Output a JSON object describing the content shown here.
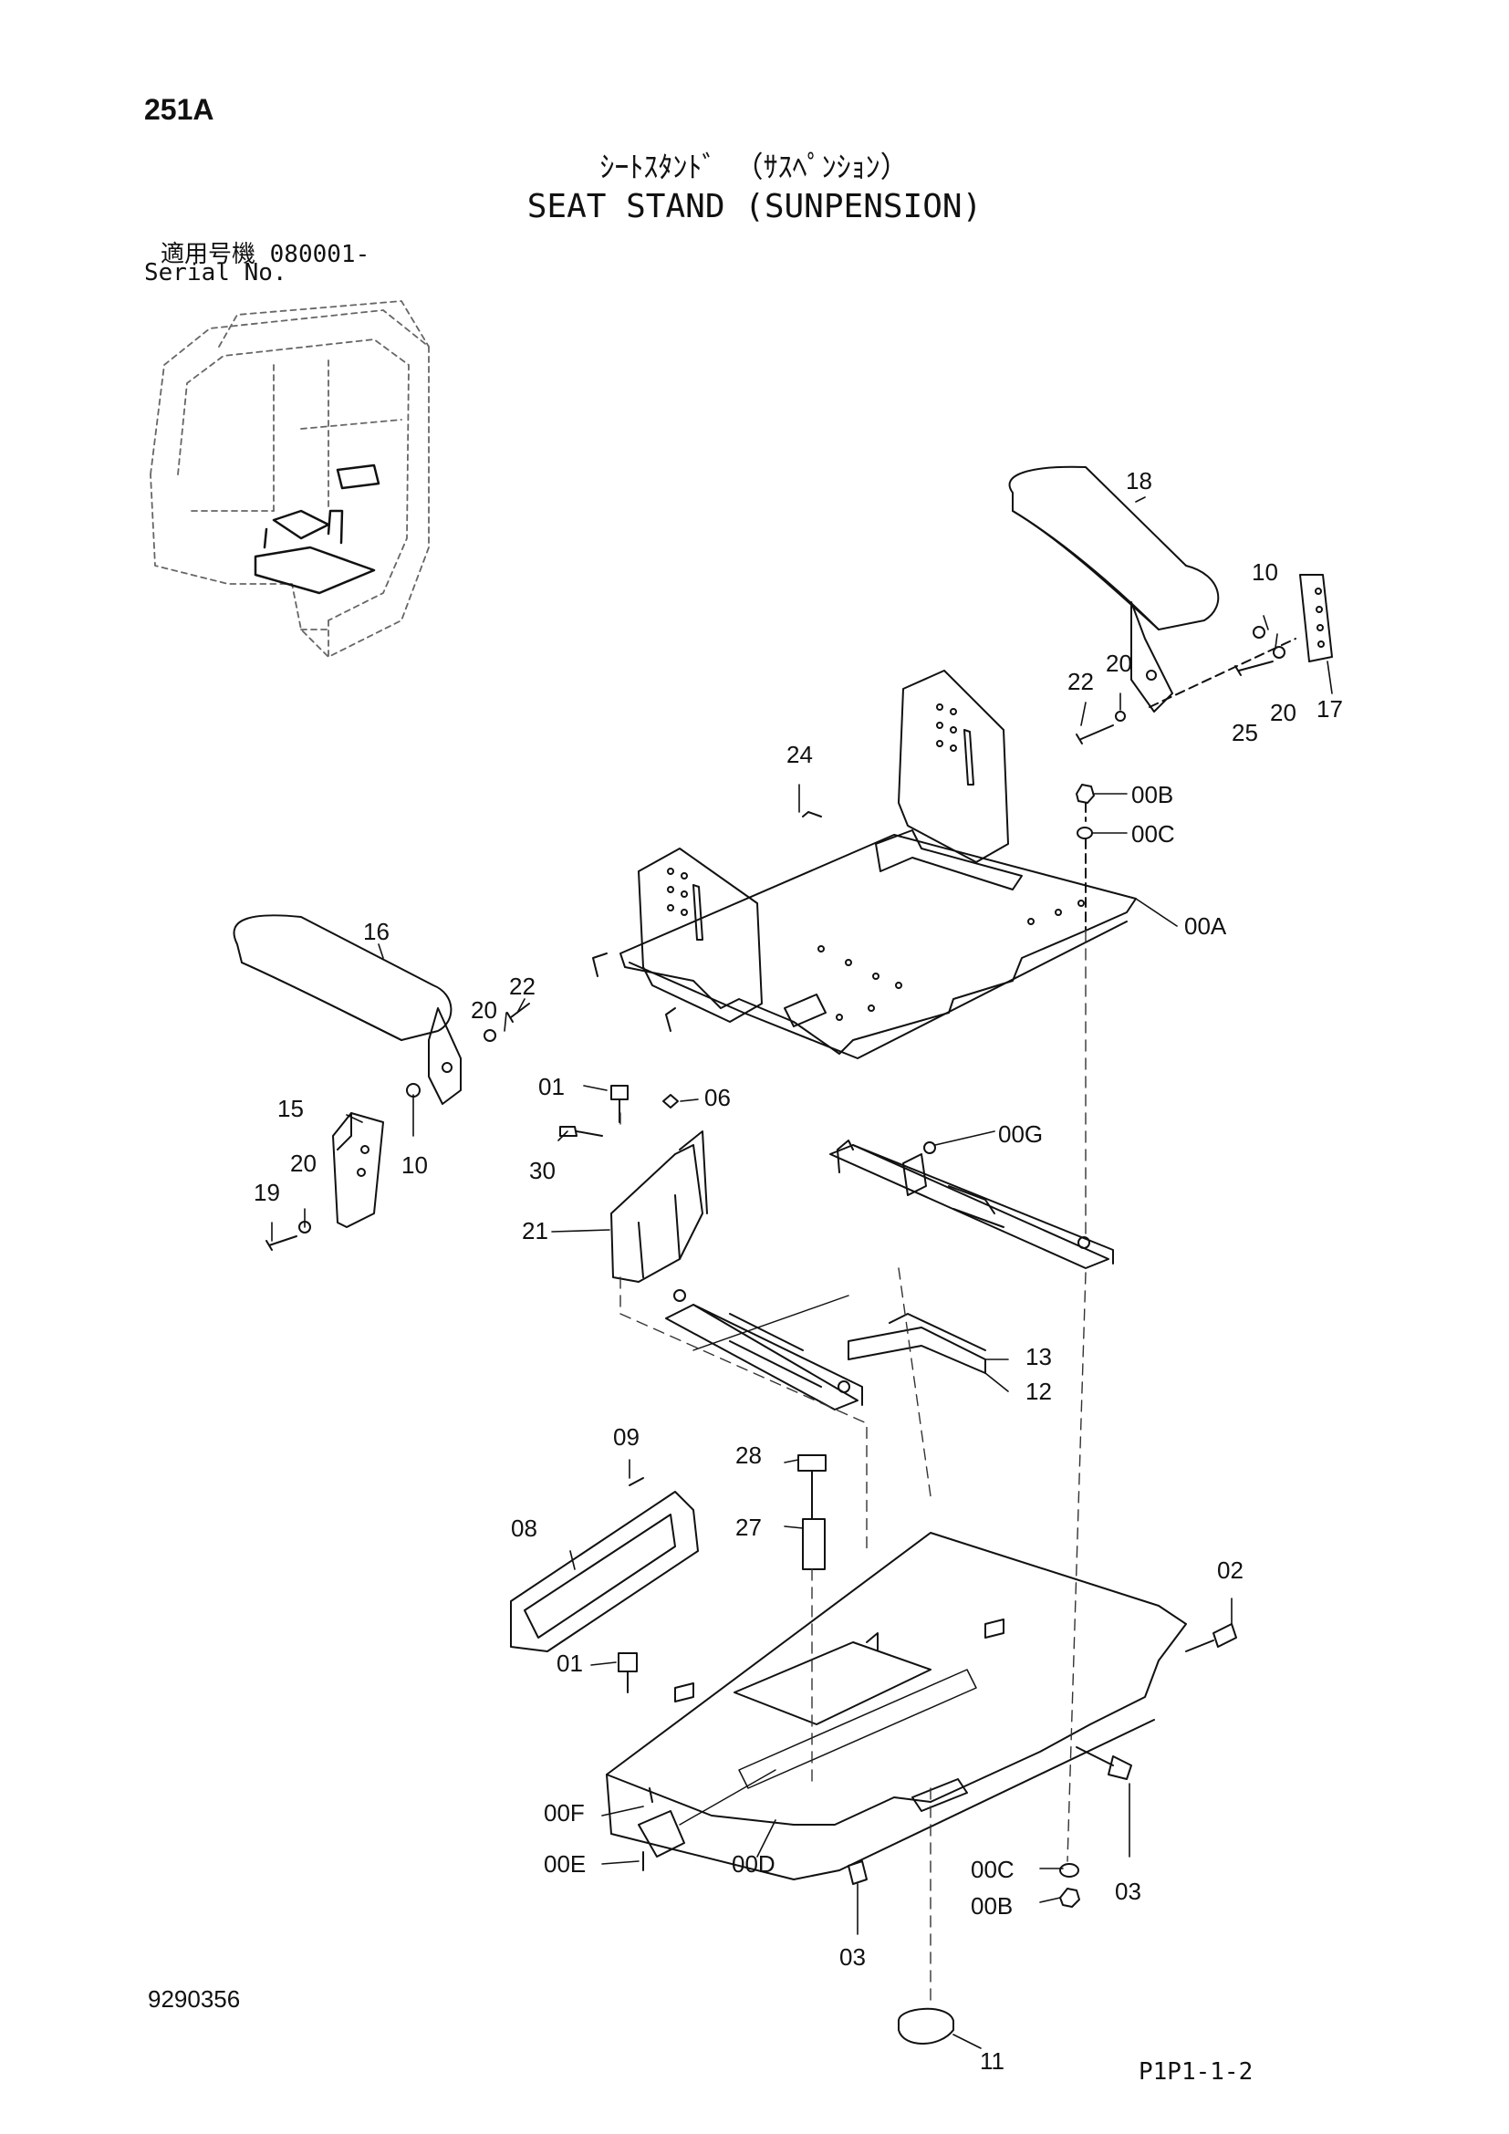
{
  "header": {
    "code": "251A",
    "title_jp": "ｼｰﾄｽﾀﾝﾄﾞ （ｻｽﾍﾟﾝｼｮﾝ）",
    "title_en": "SEAT STAND (SUNPENSION)",
    "serial_jp": "適用号機  080001-",
    "serial_en": "Serial No."
  },
  "footer": {
    "document_number": "9290356",
    "page_ref": "P1P1-1-2"
  },
  "callouts": {
    "c18": "18",
    "c10a": "10",
    "c20a": "20",
    "c22a": "22",
    "c25": "25",
    "c20b": "20",
    "c17": "17",
    "c24": "24",
    "c00B_top": "00B",
    "c00C_top": "00C",
    "c00A": "00A",
    "c16": "16",
    "c20c": "20",
    "c22b": "22",
    "c15": "15",
    "c10b": "10",
    "c20d": "20",
    "c19": "19",
    "c01a": "01",
    "c06": "06",
    "c30": "30",
    "c21": "21",
    "c00G": "00G",
    "c13": "13",
    "c12": "12",
    "c09": "09",
    "c28": "28",
    "c27": "27",
    "c08": "08",
    "c01b": "01",
    "c02": "02",
    "c00F": "00F",
    "c00E": "00E",
    "c00D": "00D",
    "c00C_bot": "00C",
    "c03a": "03",
    "c00B_bot": "00B",
    "c03b": "03",
    "c11": "11"
  }
}
